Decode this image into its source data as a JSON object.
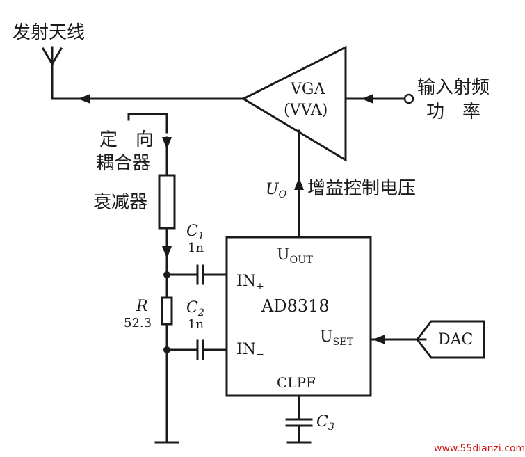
{
  "labels": {
    "antenna": "发射天线",
    "directional_coupler_line1": "定　向",
    "directional_coupler_line2": "耦合器",
    "attenuator": "衰减器",
    "input_rf_line1": "输入射频",
    "input_rf_line2": "功　率",
    "gain_control_voltage": "增益控制电压",
    "vga_line1": "VGA",
    "vga_line2": "(VVA)",
    "uo": "U",
    "uo_sub": "O",
    "c1": "C",
    "c1_sub": "1",
    "c1_value": "1n",
    "c2": "C",
    "c2_sub": "2",
    "c2_value": "1n",
    "r": "R",
    "r_value": "52.3",
    "c3": "C",
    "c3_sub": "3"
  },
  "chip": {
    "name": "AD8318",
    "pin_uout": "U",
    "pin_uout_sub": "OUT",
    "pin_in_plus": "IN",
    "pin_in_plus_sub": "+",
    "pin_in_minus": "IN",
    "pin_in_minus_sub": "−",
    "pin_uset": "U",
    "pin_uset_sub": "SET",
    "pin_clpf": "CLPF"
  },
  "dac": {
    "label": "DAC"
  },
  "watermark": "www.55dianzi.com"
}
